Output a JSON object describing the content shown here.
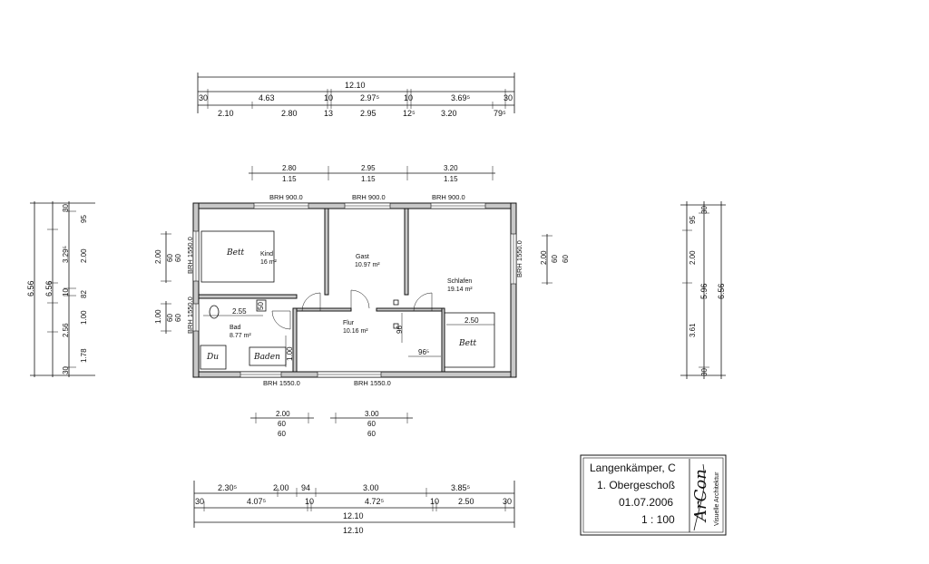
{
  "title_block": {
    "project": "Langenkämper, C",
    "floor": "1. Obergeschoß",
    "date": "01.07.2006",
    "scale": "1 : 100",
    "logo_text": "ArCon",
    "logo_sub": "Visuelle Architektur"
  },
  "rooms": {
    "kind": {
      "name": "Kind",
      "area": "16 m²"
    },
    "gast": {
      "name": "Gast",
      "area": "10.97 m²"
    },
    "schlafen": {
      "name": "Schlafen",
      "area": "19.14 m²"
    },
    "bad": {
      "name": "Bad",
      "area": "8.77 m²"
    },
    "flur": {
      "name": "Flur",
      "area": "10.16 m²"
    }
  },
  "furniture": {
    "bett": "Bett",
    "baden": "Baden",
    "du": "Du"
  },
  "brh": {
    "top1": "BRH 900.0",
    "top2": "BRH 900.0",
    "top3": "BRH 900.0",
    "bottom1": "BRH 1550.0",
    "bottom2": "BRH 1550.0",
    "left1": "BRH 1550.0",
    "left2": "BRH 1550.0",
    "right1": "BRH 1550.0"
  },
  "dim_top": {
    "total": "12.10",
    "row1": [
      "30",
      "4.63",
      "10",
      "2.97⁵",
      "10",
      "3.69⁵",
      "30"
    ],
    "row2": [
      "2.10",
      "2.80",
      "13",
      "2.95",
      "12⁵",
      "3.20",
      "79⁵"
    ]
  },
  "dim_windows_top": {
    "a": "2.80",
    "a2": "1.15",
    "b": "2.95",
    "b2": "1.15",
    "c": "3.20",
    "c2": "1.15"
  },
  "dim_windows_bottom": {
    "a": "2.00",
    "a2": "60",
    "a3": "60",
    "b": "3.00",
    "b2": "60",
    "b3": "60"
  },
  "dim_bottom": {
    "row1": [
      "2.30⁵",
      "2.00",
      "94",
      "3.00",
      "3.85⁵"
    ],
    "row2": [
      "30",
      "4.07⁵",
      "10",
      "4.72⁵",
      "10",
      "2.50",
      "30"
    ],
    "total1": "12.10",
    "total2": "12.10"
  },
  "dim_left": {
    "total": "6.56",
    "inner": "6.56",
    "col_a": [
      "30",
      "3.29⁵",
      "10",
      "2.56",
      "30"
    ],
    "col_b": [
      "95",
      "2.00",
      "82",
      "1.00",
      "1.78"
    ]
  },
  "dim_left_win": {
    "a": "2.00",
    "a2": "60",
    "a3": "60",
    "b": "1.00",
    "b2": "60",
    "b3": "60"
  },
  "dim_right_win": {
    "a": "2.00",
    "a2": "60",
    "a3": "60"
  },
  "dim_right": {
    "total": "6.56",
    "inner": "5.96",
    "col_a": [
      "95",
      "2.00",
      "3.61"
    ],
    "col_b": [
      "30",
      "30"
    ]
  },
  "plan_dims": {
    "bad_w": "2.55",
    "bad_50": "50",
    "bath_100": "1.00",
    "flur_96": "96",
    "flur_96b": "96⁵",
    "bed_250": "2.50"
  }
}
